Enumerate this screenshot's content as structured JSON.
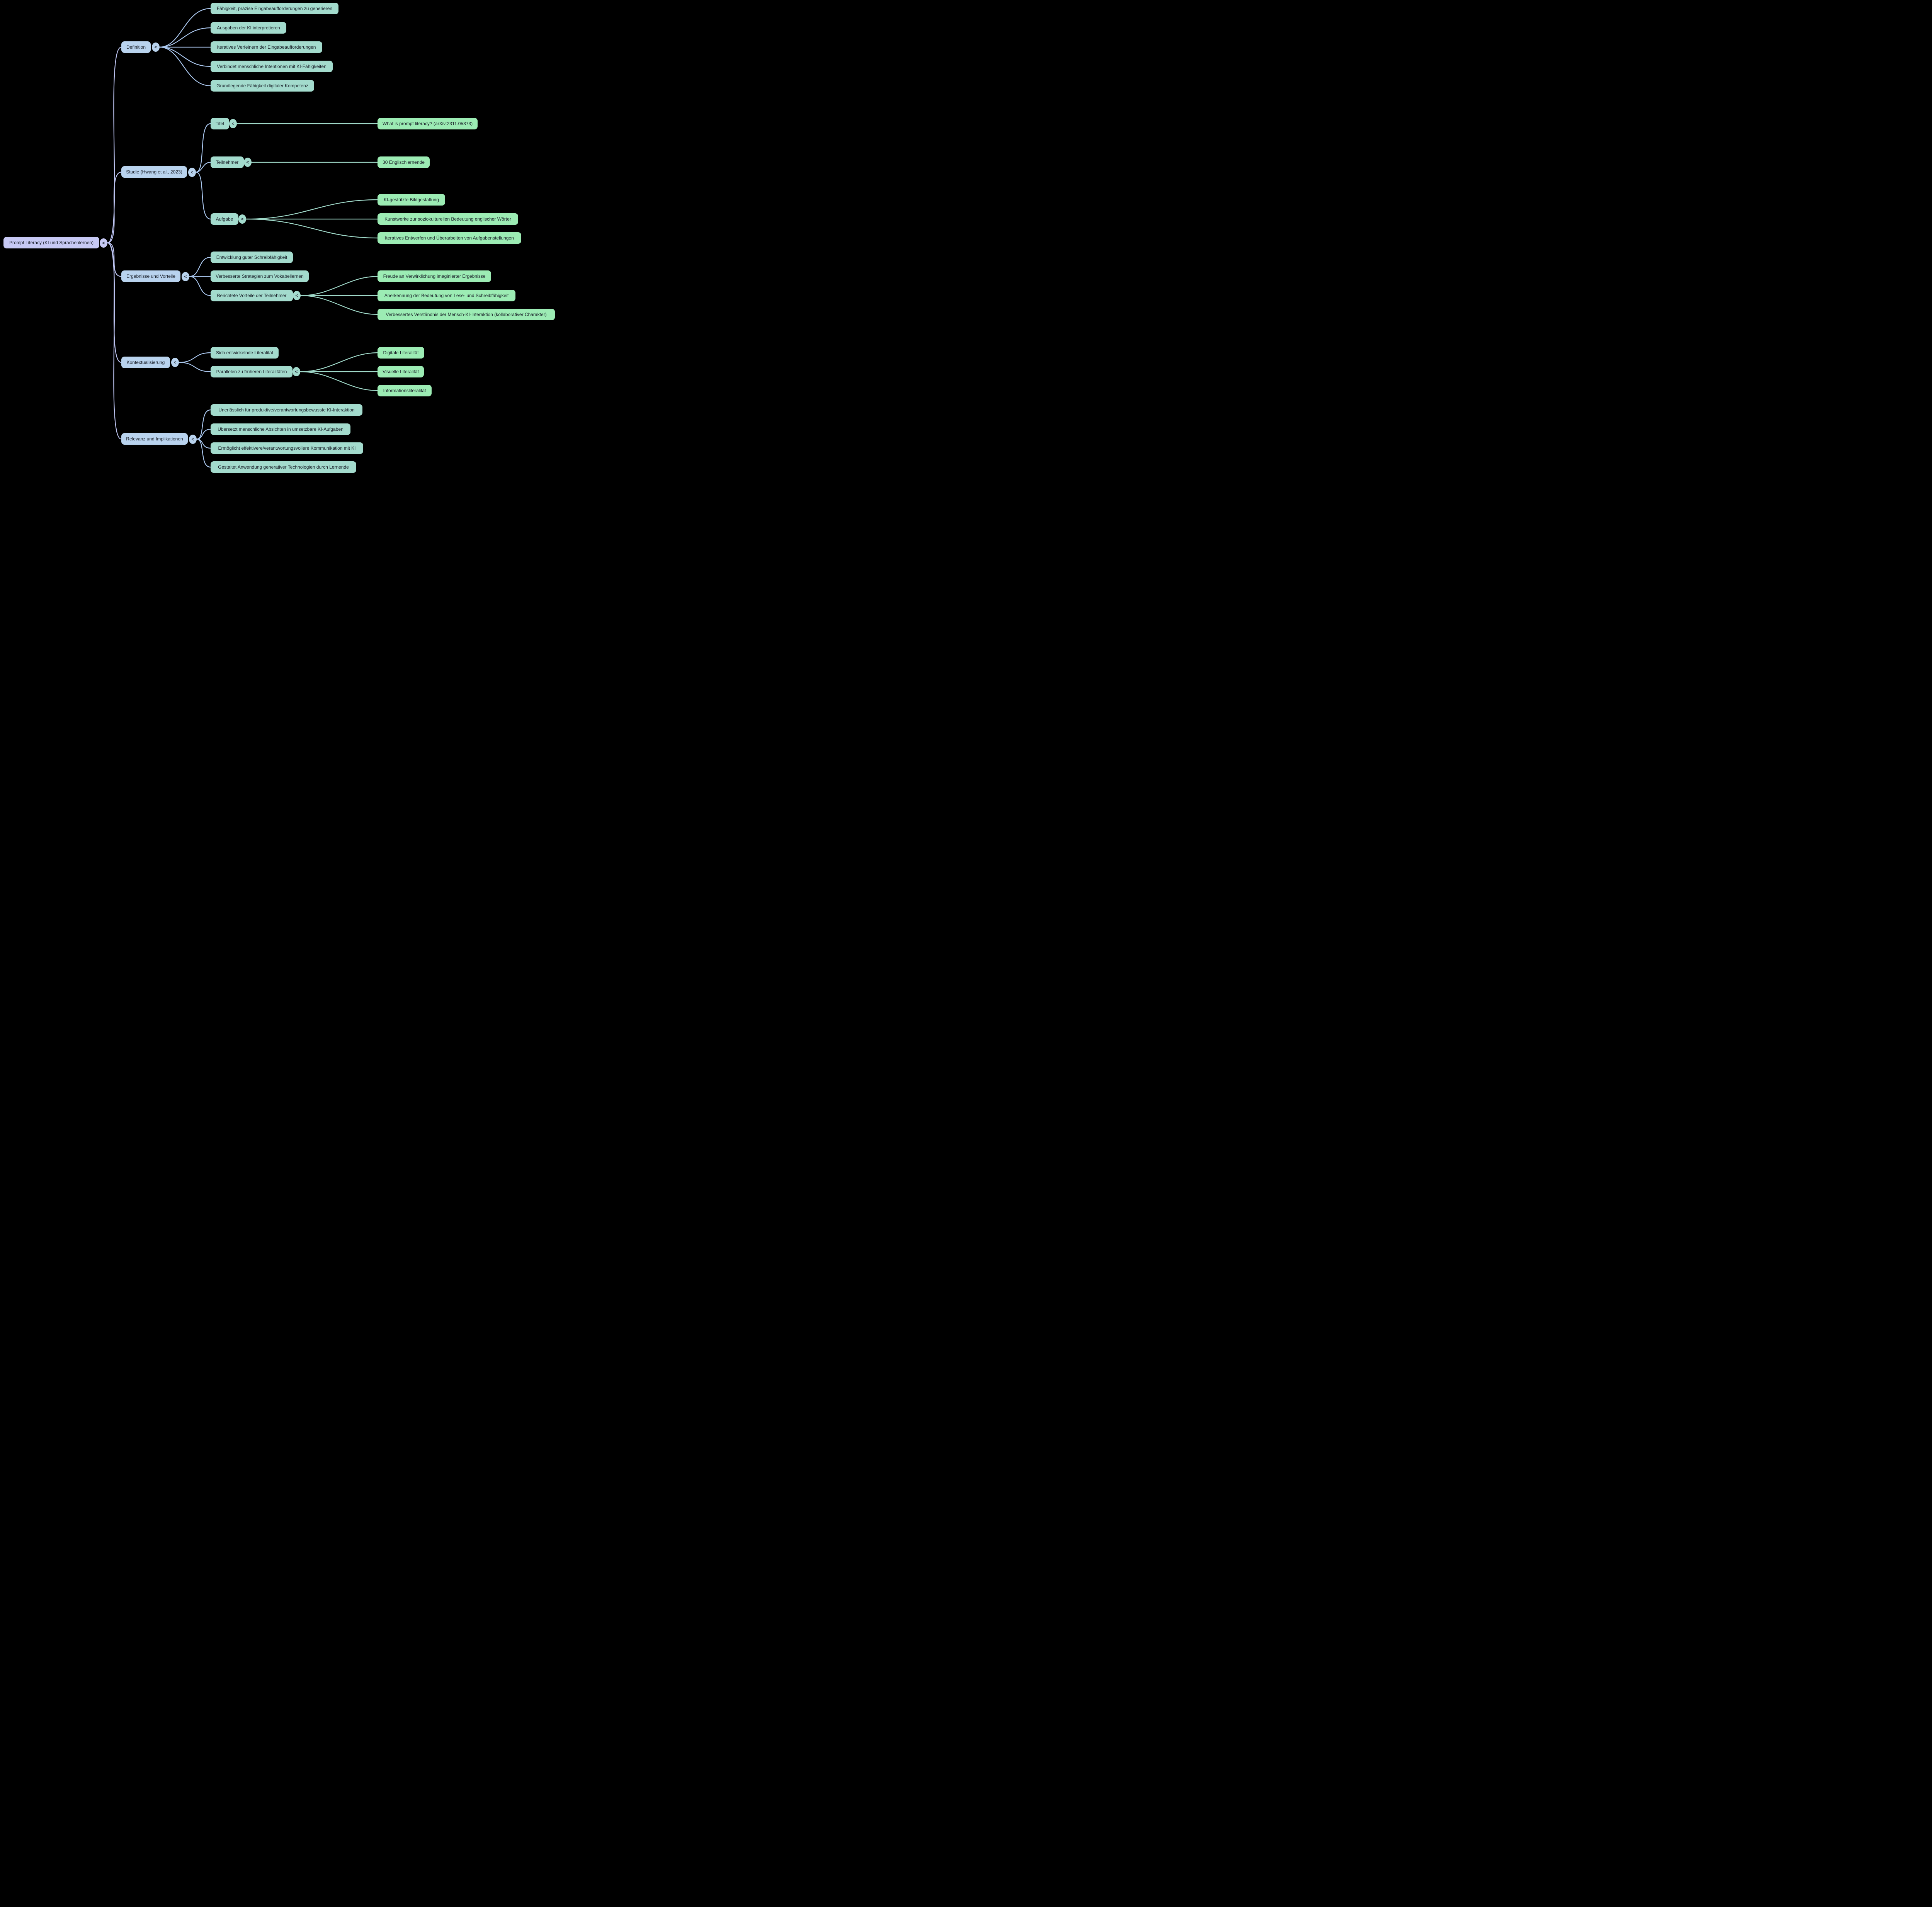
{
  "colors": {
    "background": "#000000",
    "root_fill": "#c7c9f4",
    "level1_fill": "#b9d3ee",
    "level2_fill": "#a3dbcd",
    "level3_fill": "#9cecb4",
    "edge_root": "#bcc3f0",
    "edge_level1": "#aac7ee",
    "edge_level2": "#9fd8c8",
    "text": "#171c26"
  },
  "icons": {
    "collapse_chevron": "<"
  },
  "mindmap": {
    "root": {
      "label": "Prompt Literacy (KI und Sprachenlernen)"
    },
    "branches": [
      {
        "label": "Definition",
        "children": [
          {
            "label": "Fähigkeit, präzise Eingabeaufforderungen zu generieren"
          },
          {
            "label": "Ausgaben der KI interpretieren"
          },
          {
            "label": "Iteratives Verfeinern der Eingabeaufforderungen"
          },
          {
            "label": "Verbindet menschliche Intentionen mit KI-Fähigkeiten"
          },
          {
            "label": "Grundlegende Fähigkeit digitaler Kompetenz"
          }
        ]
      },
      {
        "label": "Studie (Hwang et al., 2023)",
        "children": [
          {
            "label": "Titel",
            "children": [
              {
                "label": "What is prompt literacy? (arXiv:2311.05373)"
              }
            ]
          },
          {
            "label": "Teilnehmer",
            "children": [
              {
                "label": "30 Englischlernende"
              }
            ]
          },
          {
            "label": "Aufgabe",
            "children": [
              {
                "label": "KI-gestützte Bildgestaltung"
              },
              {
                "label": "Kunstwerke zur soziokulturellen Bedeutung englischer Wörter"
              },
              {
                "label": "Iteratives Entwerfen und Überarbeiten von Aufgabenstellungen"
              }
            ]
          }
        ]
      },
      {
        "label": "Ergebnisse und Vorteile",
        "children": [
          {
            "label": "Entwicklung guter Schreibfähigkeit"
          },
          {
            "label": "Verbesserte Strategien zum Vokabellernen"
          },
          {
            "label": "Berichtete Vorteile der Teilnehmer",
            "children": [
              {
                "label": "Freude an Verwirklichung imaginierter Ergebnisse"
              },
              {
                "label": "Anerkennung der Bedeutung von Lese- und Schreibfähigkeit"
              },
              {
                "label": "Verbessertes Verständnis der Mensch-KI-Interaktion (kollaborativer Charakter)"
              }
            ]
          }
        ]
      },
      {
        "label": "Kontextualisierung",
        "children": [
          {
            "label": "Sich entwickelnde Literalität"
          },
          {
            "label": "Parallelen zu früheren Literalitäten",
            "children": [
              {
                "label": "Digitale Literalität"
              },
              {
                "label": "Visuelle Literalität"
              },
              {
                "label": "Informationsliteralität"
              }
            ]
          }
        ]
      },
      {
        "label": "Relevanz und Implikationen",
        "children": [
          {
            "label": "Unerlässlich für produktive/verantwortungsbewusste KI-Interaktion"
          },
          {
            "label": "Übersetzt menschliche Absichten in umsetzbare KI-Aufgaben"
          },
          {
            "label": "Ermöglicht effektivere/verantwortungsvollere Kommunikation mit KI"
          },
          {
            "label": "Gestaltet Anwendung generativer Technologien durch Lernende"
          }
        ]
      }
    ]
  }
}
